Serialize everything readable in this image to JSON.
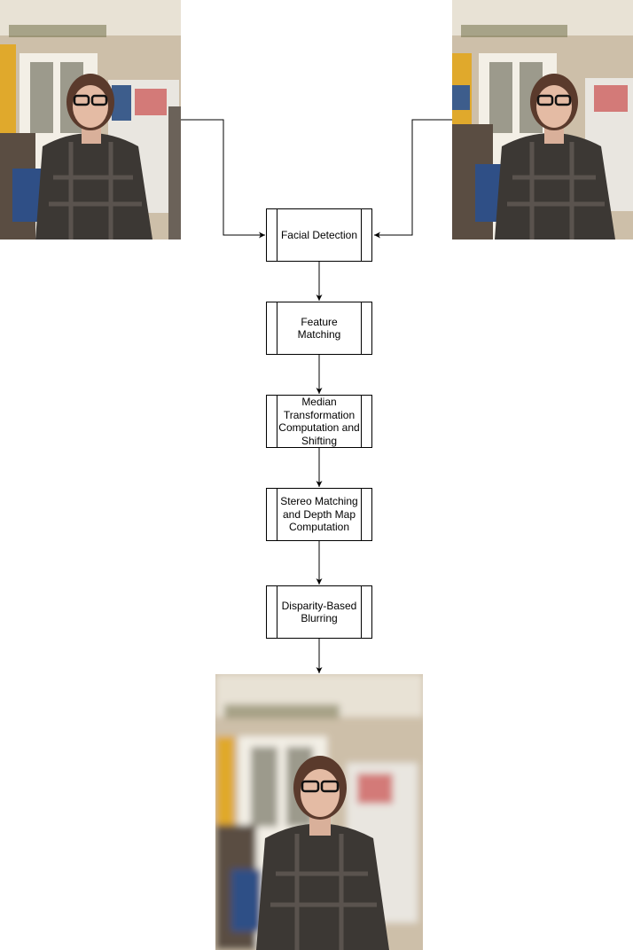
{
  "inputs": {
    "left_image": "left-stereo-portrait-photo",
    "right_image": "right-stereo-portrait-photo"
  },
  "steps": [
    {
      "label": "Facial Detection"
    },
    {
      "label": "Feature Matching"
    },
    {
      "label": "Median Transformation Computation and Shifting"
    },
    {
      "label": "Stereo Matching and Depth Map Computation"
    },
    {
      "label": "Disparity-Based Blurring"
    }
  ],
  "output": {
    "image": "blurred-background-portrait-photo"
  },
  "colors": {
    "line": "#000000",
    "box_border": "#000000",
    "box_fill": "#ffffff",
    "background": "#ffffff"
  }
}
